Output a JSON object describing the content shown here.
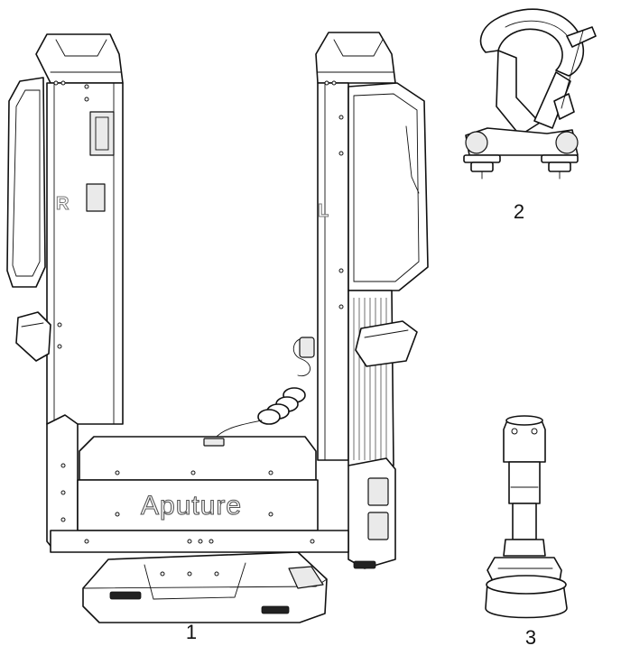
{
  "parts": [
    {
      "number": "1"
    },
    {
      "number": "2"
    },
    {
      "number": "3"
    }
  ],
  "markings": {
    "left_arm_letter": "R",
    "right_arm_letter": "L",
    "brand": "Aputure"
  }
}
